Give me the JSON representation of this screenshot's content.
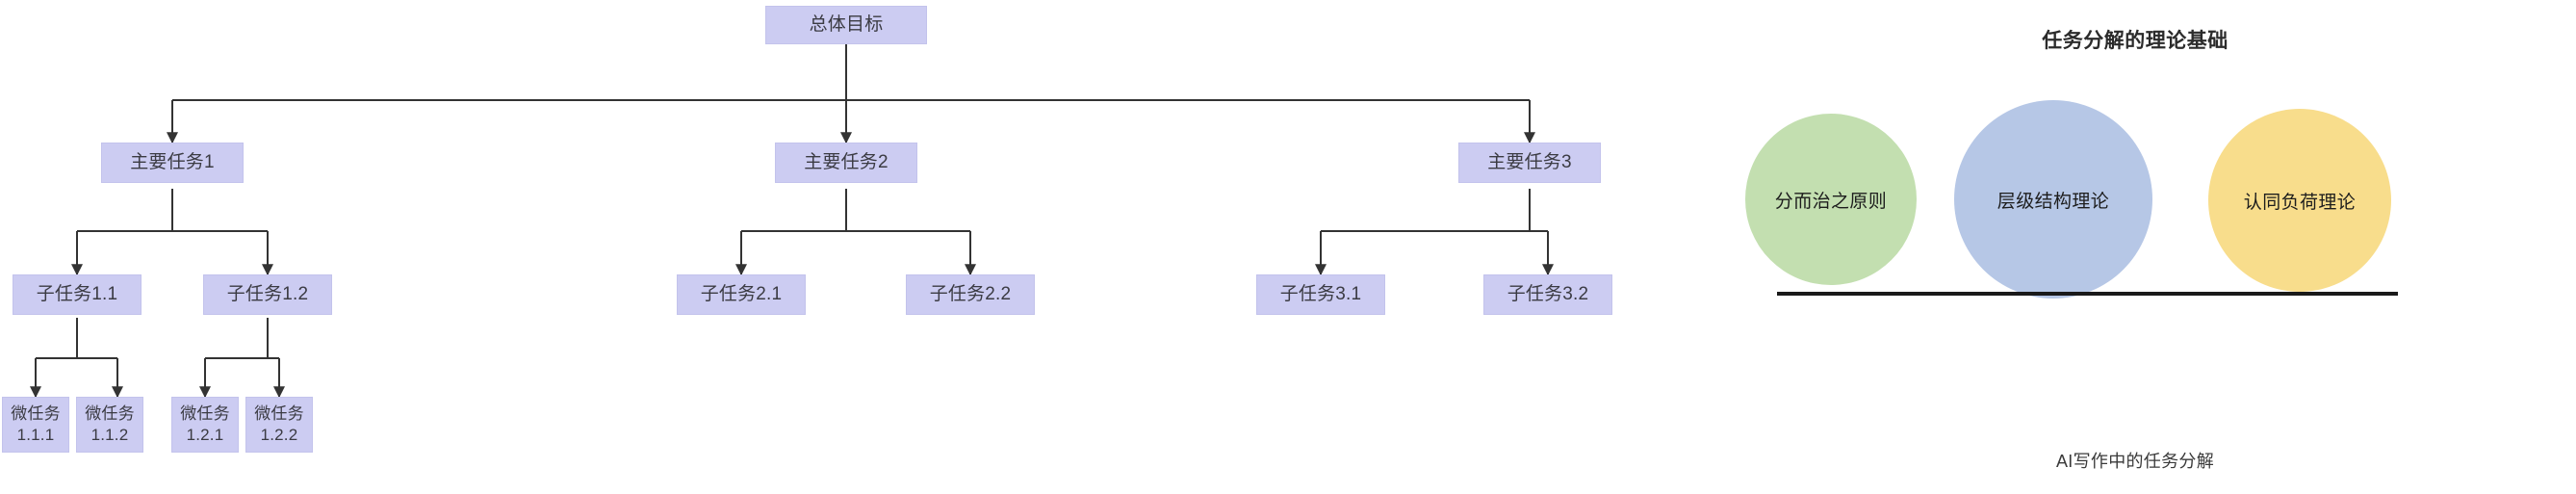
{
  "diagram": {
    "type": "tree-hierarchy-and-circles",
    "background": "#ffffff",
    "node_fill": "#ccccf2",
    "connector_color": "#333333"
  },
  "tree": {
    "root": {
      "label": "总体目标"
    },
    "level2": [
      {
        "label": "主要任务1"
      },
      {
        "label": "主要任务2"
      },
      {
        "label": "主要任务3"
      }
    ],
    "level3": [
      {
        "label": "子任务1.1"
      },
      {
        "label": "子任务1.2"
      },
      {
        "label": "子任务2.1"
      },
      {
        "label": "子任务2.2"
      },
      {
        "label": "子任务3.1"
      },
      {
        "label": "子任务3.2"
      }
    ],
    "level4": [
      {
        "label": "微任务\n1.1.1"
      },
      {
        "label": "微任务\n1.1.2"
      },
      {
        "label": "微任务\n1.2.1"
      },
      {
        "label": "微任务\n1.2.2"
      }
    ]
  },
  "right_panel": {
    "title": "任务分解的理论基础",
    "caption": "AI写作中的任务分解",
    "circles": [
      {
        "label": "分而治之原则",
        "color": "#c3dfb0"
      },
      {
        "label": "层级结构理论",
        "color": "#b6c7e6"
      },
      {
        "label": "认同负荷理论",
        "color": "#f8dd8c"
      }
    ]
  }
}
